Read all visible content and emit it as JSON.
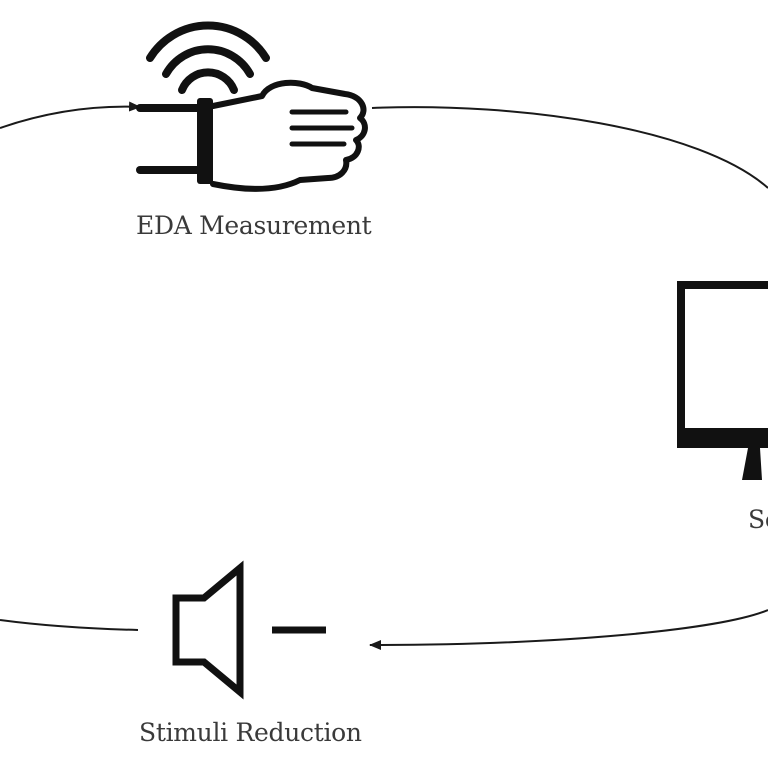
{
  "labels": {
    "eda_measurement": "EDA Measurement",
    "screen_partial": "Sc",
    "stimuli_reduction": "Stimuli Reduction"
  },
  "icons": {
    "sensor": "wrist-sensor-icon",
    "monitor": "monitor-icon",
    "speaker": "speaker-icon"
  },
  "colors": {
    "stroke": "#1a1a1a",
    "text": "#3a3a3a"
  }
}
